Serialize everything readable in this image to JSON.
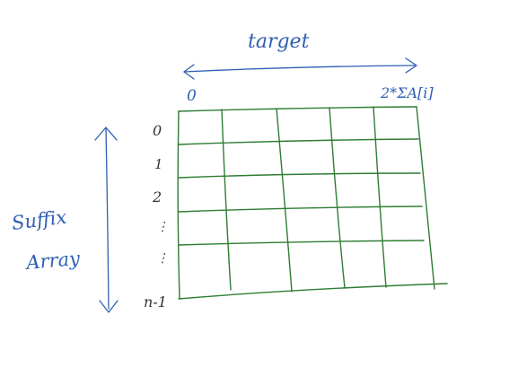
{
  "diagram": {
    "top_label": "target",
    "col_start_label": "0",
    "col_end_label": "2*ΣA[i]",
    "row_labels": [
      "0",
      "1",
      "2",
      "⋮",
      "⋮",
      "n-1"
    ],
    "side_label_line1": "Suffix",
    "side_label_line2": "Array",
    "grid": {
      "rows": 5,
      "cols": 5
    },
    "colors": {
      "ink_blue": "#2f5fb3",
      "ink_dark": "#333333",
      "grid_green": "#2e7d32"
    }
  }
}
